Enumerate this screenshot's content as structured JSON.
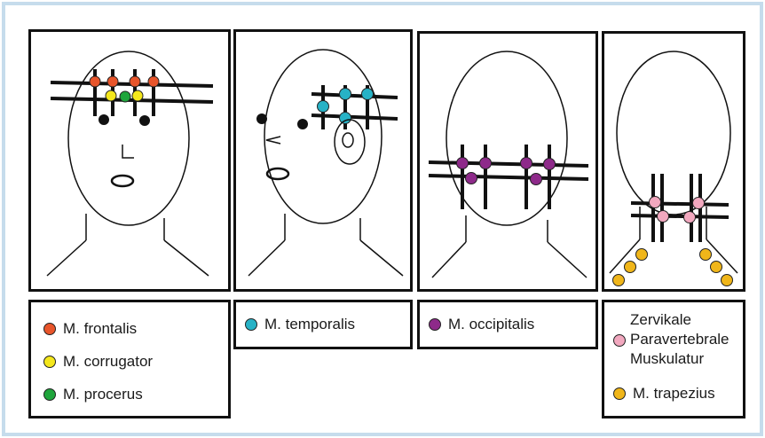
{
  "colors": {
    "frontalis": "#e8552b",
    "corrugator": "#f4e71c",
    "procerus": "#1fa53c",
    "temporalis": "#27b2c6",
    "occipitalis": "#8e2a8a",
    "paravertebral": "#f2a8bf",
    "trapezius": "#f0b61a",
    "frame": "#c6dcec"
  },
  "legends": {
    "frontalis": "M. frontalis",
    "corrugator": "M. corrugator",
    "procerus": "M. procerus",
    "temporalis": "M. temporalis",
    "occipitalis": "M. occipitalis",
    "paravertebral_line1": "Zervikale",
    "paravertebral_line2": "Paravertebrale",
    "paravertebral_line3": "Muskulatur",
    "trapezius": "M. trapezius"
  }
}
